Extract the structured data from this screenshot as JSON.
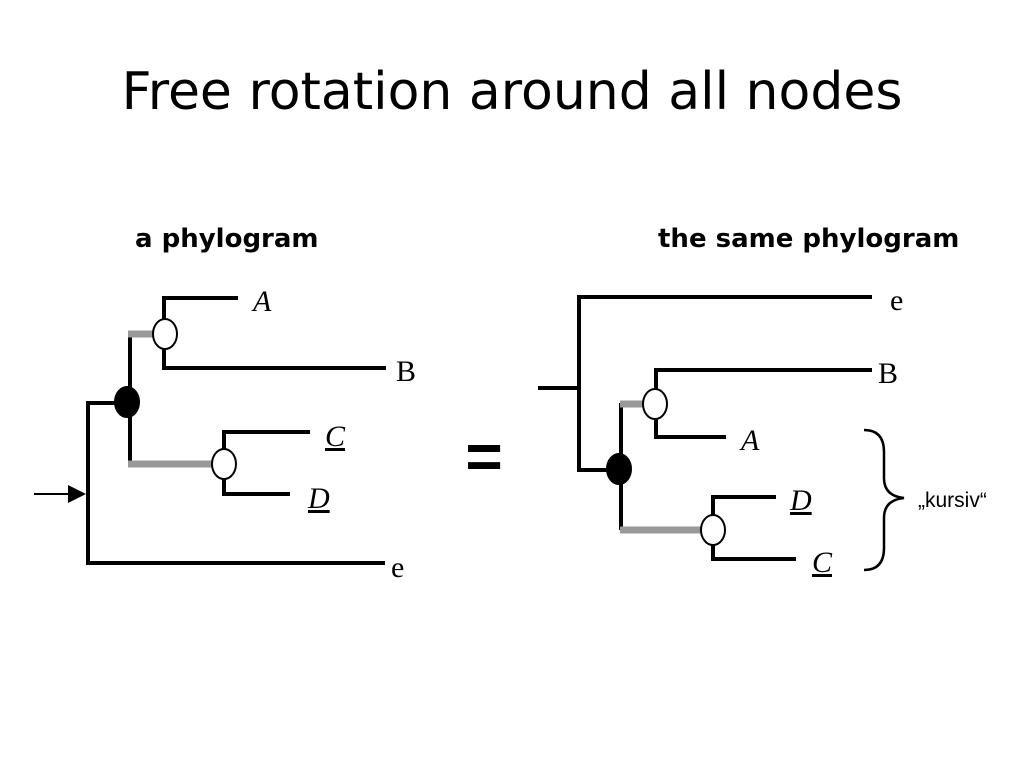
{
  "title": "Free rotation around all nodes",
  "left_panel": {
    "caption": "a phylogram",
    "taxa": {
      "a": "A",
      "b": "B",
      "c": "C",
      "d": "D",
      "e": "e"
    }
  },
  "right_panel": {
    "caption": "the same phylogram",
    "taxa": {
      "e": "e",
      "b": "B",
      "a": "A",
      "d": "D",
      "c": "C"
    },
    "bracket_label": "„kursiv“"
  },
  "equals_sign": "=",
  "colors": {
    "branch": "#000000",
    "highlight_branch": "#999999",
    "open_node_fill": "#ffffff",
    "filled_node": "#000000"
  }
}
